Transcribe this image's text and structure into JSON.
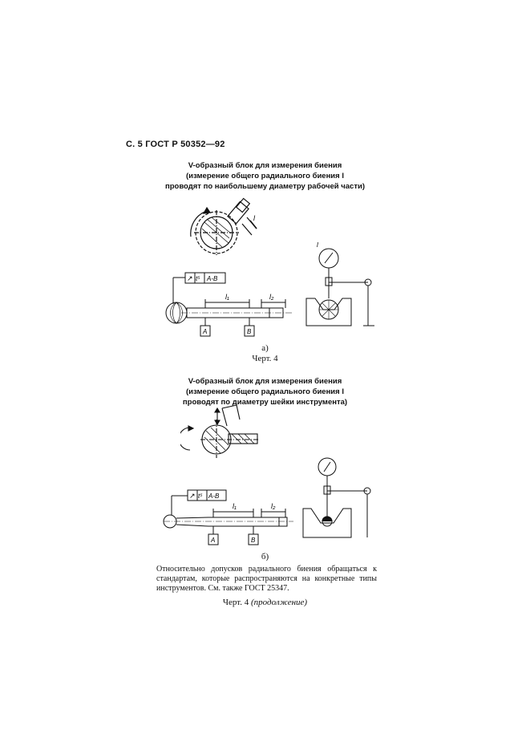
{
  "header": {
    "text": "С. 5 ГОСТ Р 50352—92"
  },
  "figure_a": {
    "caption": [
      "V-образный блок для измерения биения",
      "(измерение общего радиального биения l",
      "проводят по наибольшему диаметру рабочей части)"
    ],
    "tolerance_frame": [
      "↗",
      "t⁵",
      "A-B"
    ],
    "dim_l1": "l₁",
    "dim_l2": "l₂",
    "dim_l": "l",
    "datum_a": "A",
    "datum_b": "B",
    "indicator_label": "l",
    "sublabel": "а)",
    "chart_label": "Черт. 4"
  },
  "figure_b": {
    "caption": [
      "V-образный блок для измерения биения",
      "(измерение общего радиального биения l",
      "проводят по диаметру шейки инструмента)"
    ],
    "tolerance_frame": [
      "↗",
      "t⁵",
      "A-B"
    ],
    "dim_l1": "l₁",
    "dim_l2": "l₂",
    "datum_a": "A",
    "datum_b": "B",
    "sublabel": "б)"
  },
  "note": "Относительно допусков радиального биения обращаться к стандартам, которые распространяются на конкретные типы инструментов. См. также ГОСТ 25347.",
  "footer_label": "Черт. 4",
  "footer_label_italic": "(продолжение)"
}
